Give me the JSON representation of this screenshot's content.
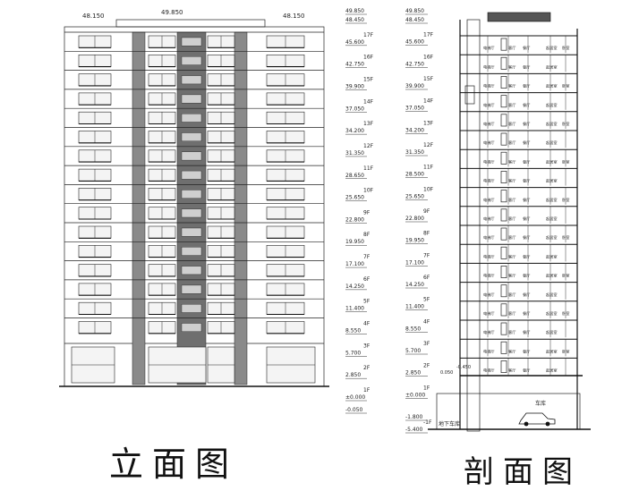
{
  "elevation": {
    "caption": "立面图",
    "top_elevation": "49.850",
    "side_elevations": [
      "48.150",
      "48.150"
    ],
    "elevation_levels": [
      {
        "floor": "",
        "value": "49.850"
      },
      {
        "floor": "",
        "value": "48.450"
      },
      {
        "floor": "17F",
        "value": "45.600"
      },
      {
        "floor": "16F",
        "value": "42.750"
      },
      {
        "floor": "15F",
        "value": "39.900"
      },
      {
        "floor": "14F",
        "value": "37.050"
      },
      {
        "floor": "13F",
        "value": "34.200"
      },
      {
        "floor": "12F",
        "value": "31.350"
      },
      {
        "floor": "11F",
        "value": "28.650"
      },
      {
        "floor": "10F",
        "value": "25.650"
      },
      {
        "floor": "9F",
        "value": "22.800"
      },
      {
        "floor": "8F",
        "value": "19.950"
      },
      {
        "floor": "7F",
        "value": "17.100"
      },
      {
        "floor": "6F",
        "value": "14.250"
      },
      {
        "floor": "5F",
        "value": "11.400"
      },
      {
        "floor": "4F",
        "value": "8.550"
      },
      {
        "floor": "3F",
        "value": "5.700"
      },
      {
        "floor": "2F",
        "value": "2.850"
      },
      {
        "floor": "1F",
        "value": "±0.000"
      },
      {
        "floor": "",
        "value": "-0.050"
      }
    ]
  },
  "section": {
    "caption": "剖面图",
    "elevation_levels": [
      {
        "floor": "",
        "value": "49.850"
      },
      {
        "floor": "",
        "value": "48.450"
      },
      {
        "floor": "17F",
        "value": "45.600"
      },
      {
        "floor": "16F",
        "value": "42.750"
      },
      {
        "floor": "15F",
        "value": "39.900"
      },
      {
        "floor": "14F",
        "value": "37.050"
      },
      {
        "floor": "13F",
        "value": "34.200"
      },
      {
        "floor": "12F",
        "value": "31.350"
      },
      {
        "floor": "11F",
        "value": "28.500"
      },
      {
        "floor": "10F",
        "value": "25.650"
      },
      {
        "floor": "9F",
        "value": "22.800"
      },
      {
        "floor": "8F",
        "value": "19.950"
      },
      {
        "floor": "7F",
        "value": "17.100"
      },
      {
        "floor": "6F",
        "value": "14.250"
      },
      {
        "floor": "5F",
        "value": "11.400"
      },
      {
        "floor": "4F",
        "value": "8.550"
      },
      {
        "floor": "3F",
        "value": "5.700"
      },
      {
        "floor": "2F",
        "value": "2.850"
      },
      {
        "floor": "1F",
        "value": "±0.000"
      },
      {
        "floor": "",
        "value": "-1.800"
      },
      {
        "floor": "-1F",
        "value": "-5.400"
      }
    ],
    "room_labels": [
      "电梯厅",
      "客厅",
      "餐厅",
      "起居室",
      "卧室"
    ],
    "basement_label": "车库",
    "lower_label": "地下车库",
    "small_marks": [
      "0.050",
      "-0.450"
    ]
  }
}
